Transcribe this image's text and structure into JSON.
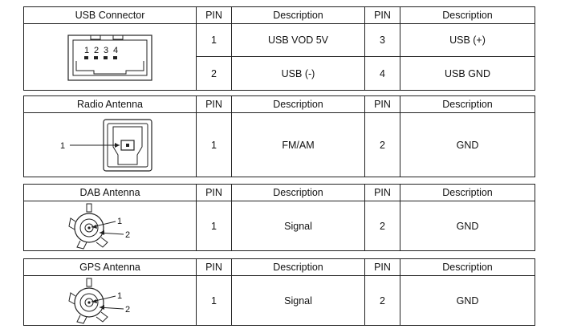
{
  "blocks": [
    {
      "connector": "USB Connector",
      "headers": {
        "pin_a": "PIN",
        "desc_a": "Description",
        "pin_b": "PIN",
        "desc_b": "Description"
      },
      "diagram_labels": [
        "1",
        "2",
        "3",
        "4"
      ],
      "rows": [
        {
          "pin_a": "1",
          "desc_a": "USB VOD 5V",
          "pin_b": "3",
          "desc_b": "USB (+)"
        },
        {
          "pin_a": "2",
          "desc_a": "USB (-)",
          "pin_b": "4",
          "desc_b": "USB GND"
        }
      ]
    },
    {
      "connector": "Radio Antenna",
      "headers": {
        "pin_a": "PIN",
        "desc_a": "Description",
        "pin_b": "PIN",
        "desc_b": "Description"
      },
      "diagram_labels": [
        "1"
      ],
      "rows": [
        {
          "pin_a": "1",
          "desc_a": "FM/AM",
          "pin_b": "2",
          "desc_b": "GND"
        }
      ]
    },
    {
      "connector": "DAB Antenna",
      "headers": {
        "pin_a": "PIN",
        "desc_a": "Description",
        "pin_b": "PIN",
        "desc_b": "Description"
      },
      "diagram_labels": [
        "1",
        "2"
      ],
      "rows": [
        {
          "pin_a": "1",
          "desc_a": "Signal",
          "pin_b": "2",
          "desc_b": "GND"
        }
      ]
    },
    {
      "connector": "GPS Antenna",
      "headers": {
        "pin_a": "PIN",
        "desc_a": "Description",
        "pin_b": "PIN",
        "desc_b": "Description"
      },
      "diagram_labels": [
        "1",
        "2"
      ],
      "rows": [
        {
          "pin_a": "1",
          "desc_a": "Signal",
          "pin_b": "2",
          "desc_b": "GND"
        }
      ]
    }
  ]
}
